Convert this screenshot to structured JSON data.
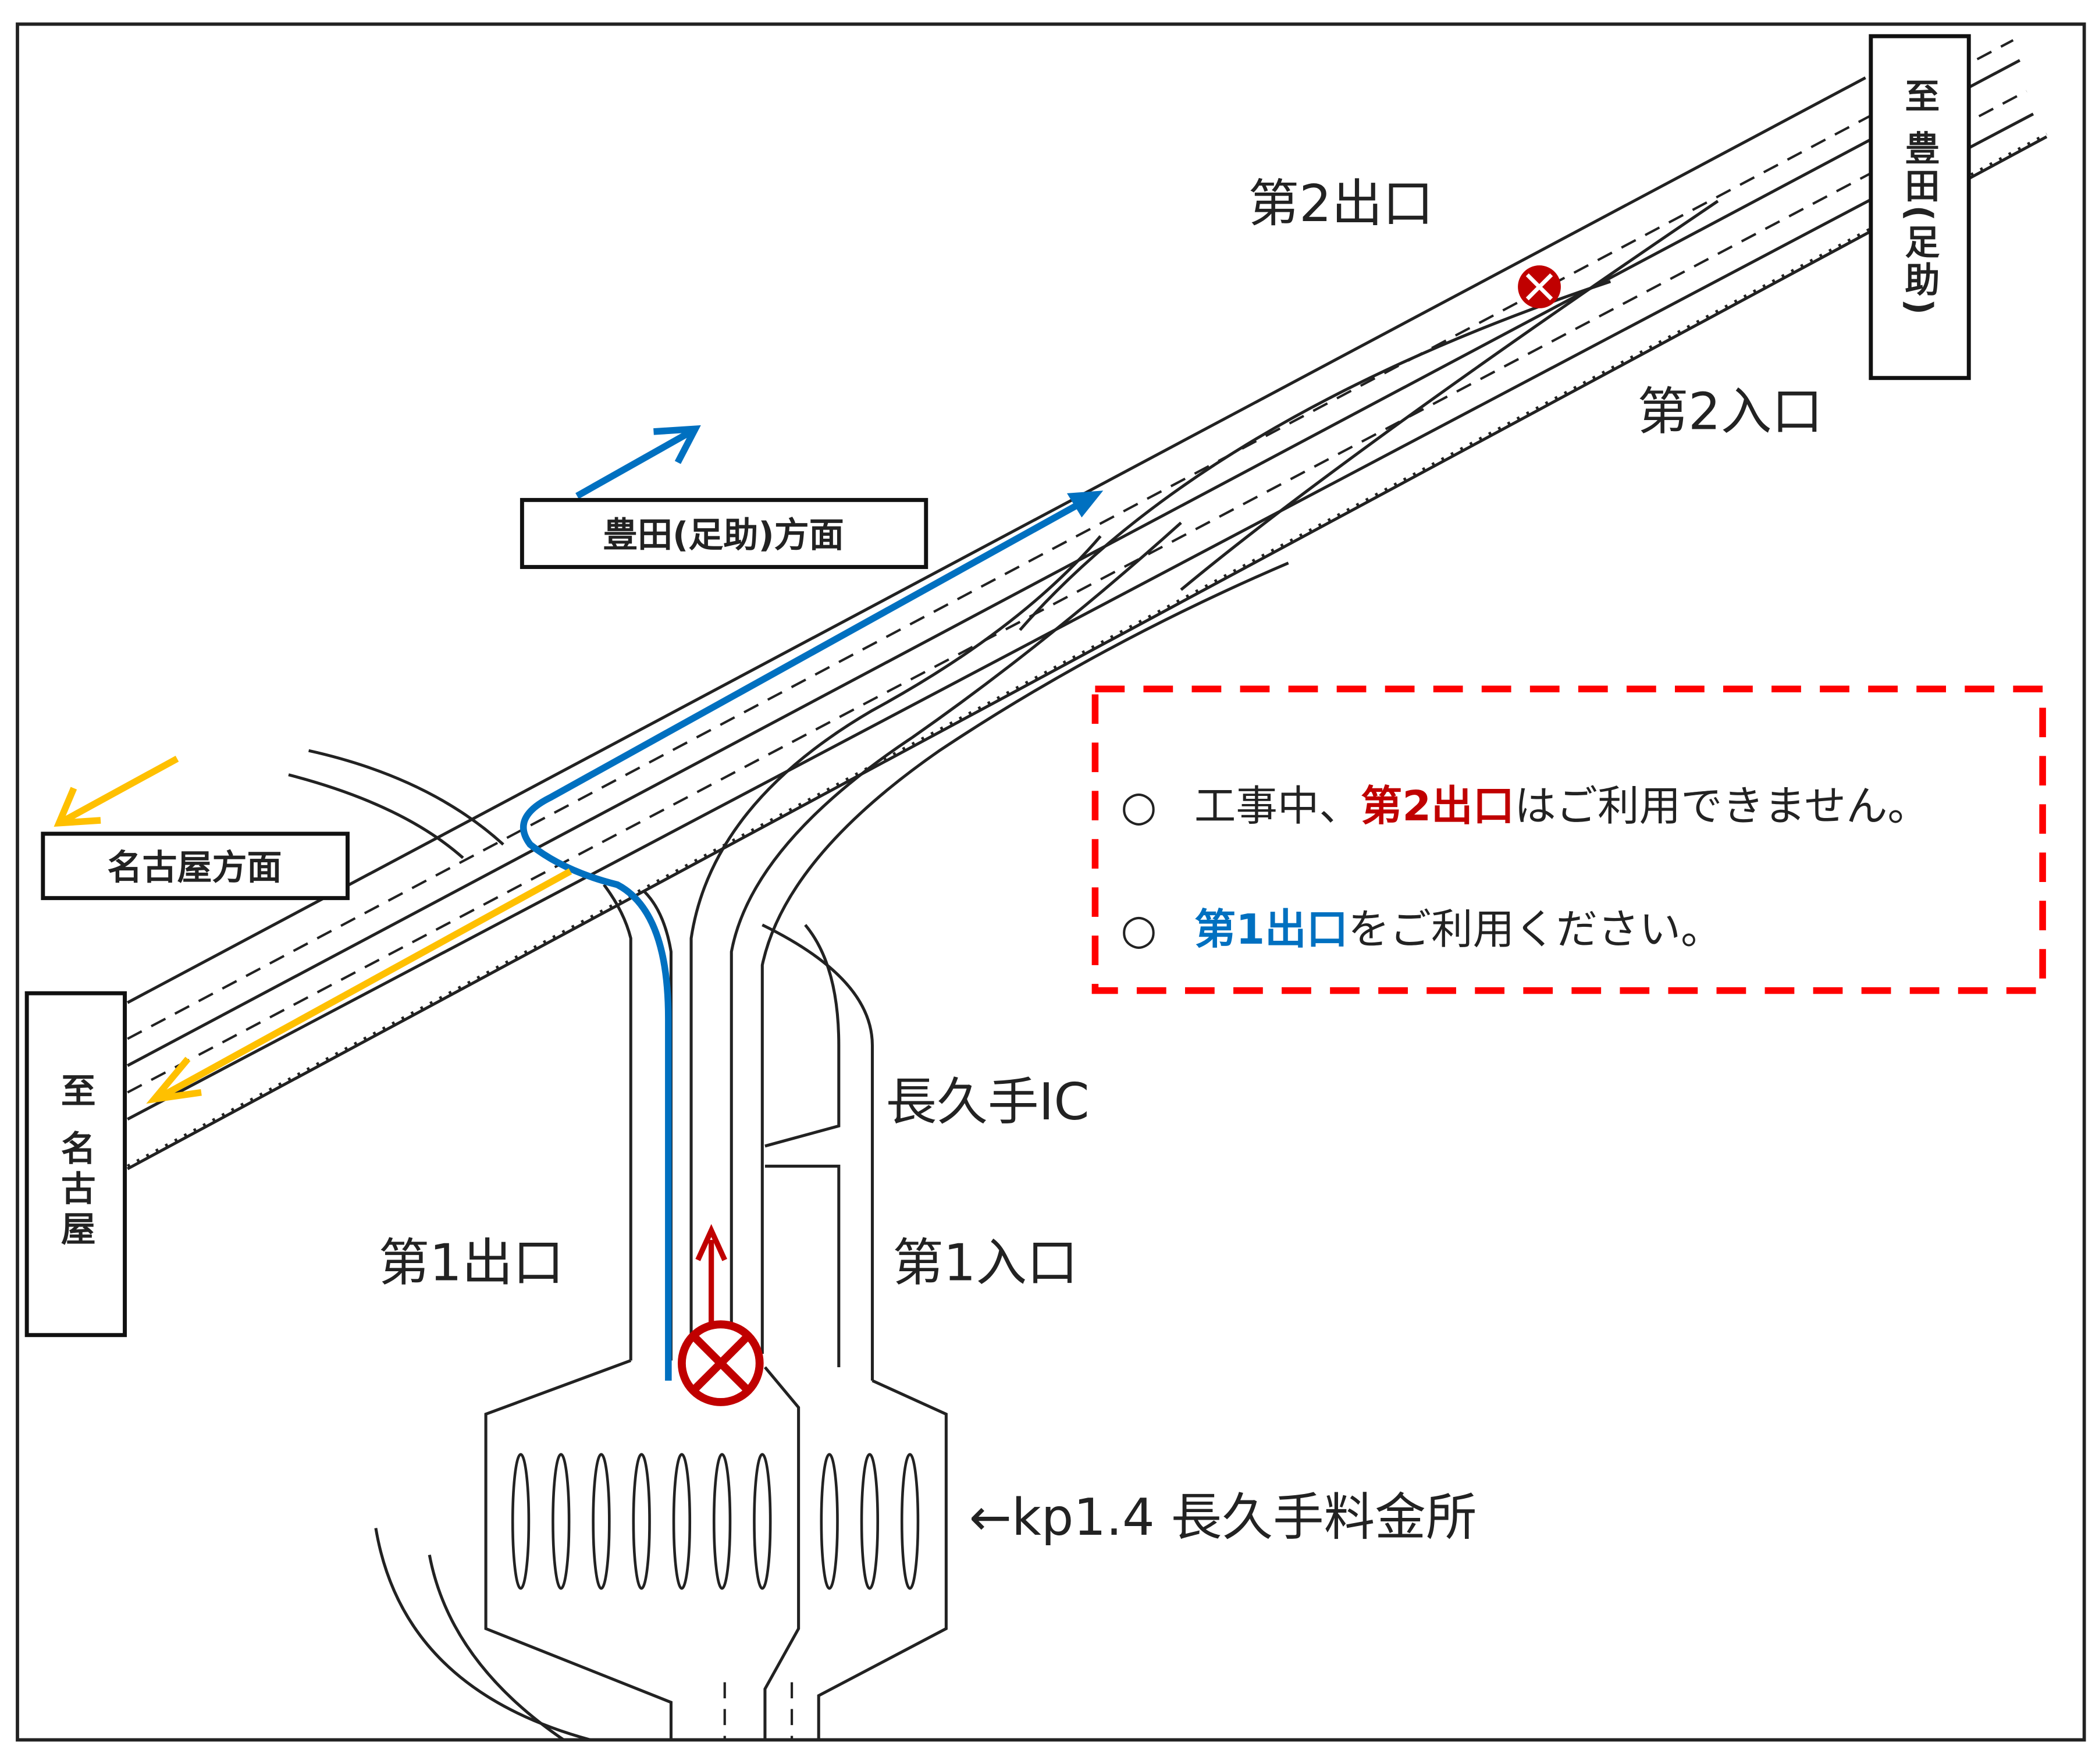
{
  "labels": {
    "exit2": "第2出口",
    "entrance2": "第2入口",
    "exit1": "第1出口",
    "entrance1": "第1入口",
    "ic_name": "長久手IC",
    "tollgate": "←kp1.4 長久手料金所",
    "toyota_direction": "豊田(足助)方面",
    "nagoya_direction": "名古屋方面",
    "to_toyota": "至 豊田(足助)",
    "to_nagoya": "至 名古屋"
  },
  "notice": {
    "line1": {
      "bullet": "○",
      "prefix": "工事中、",
      "highlight": "第2出口",
      "suffix": "はご利用できません。"
    },
    "line2": {
      "bullet": "○",
      "highlight": "第1出口",
      "suffix": "をご利用ください。"
    }
  },
  "colors": {
    "closed": "#c00000",
    "recommended_route": "#0070c0",
    "nagoya_route": "#ffc000",
    "notice_border": "#ff0000"
  },
  "icons": {
    "closed_marker": "circle-x-icon"
  }
}
